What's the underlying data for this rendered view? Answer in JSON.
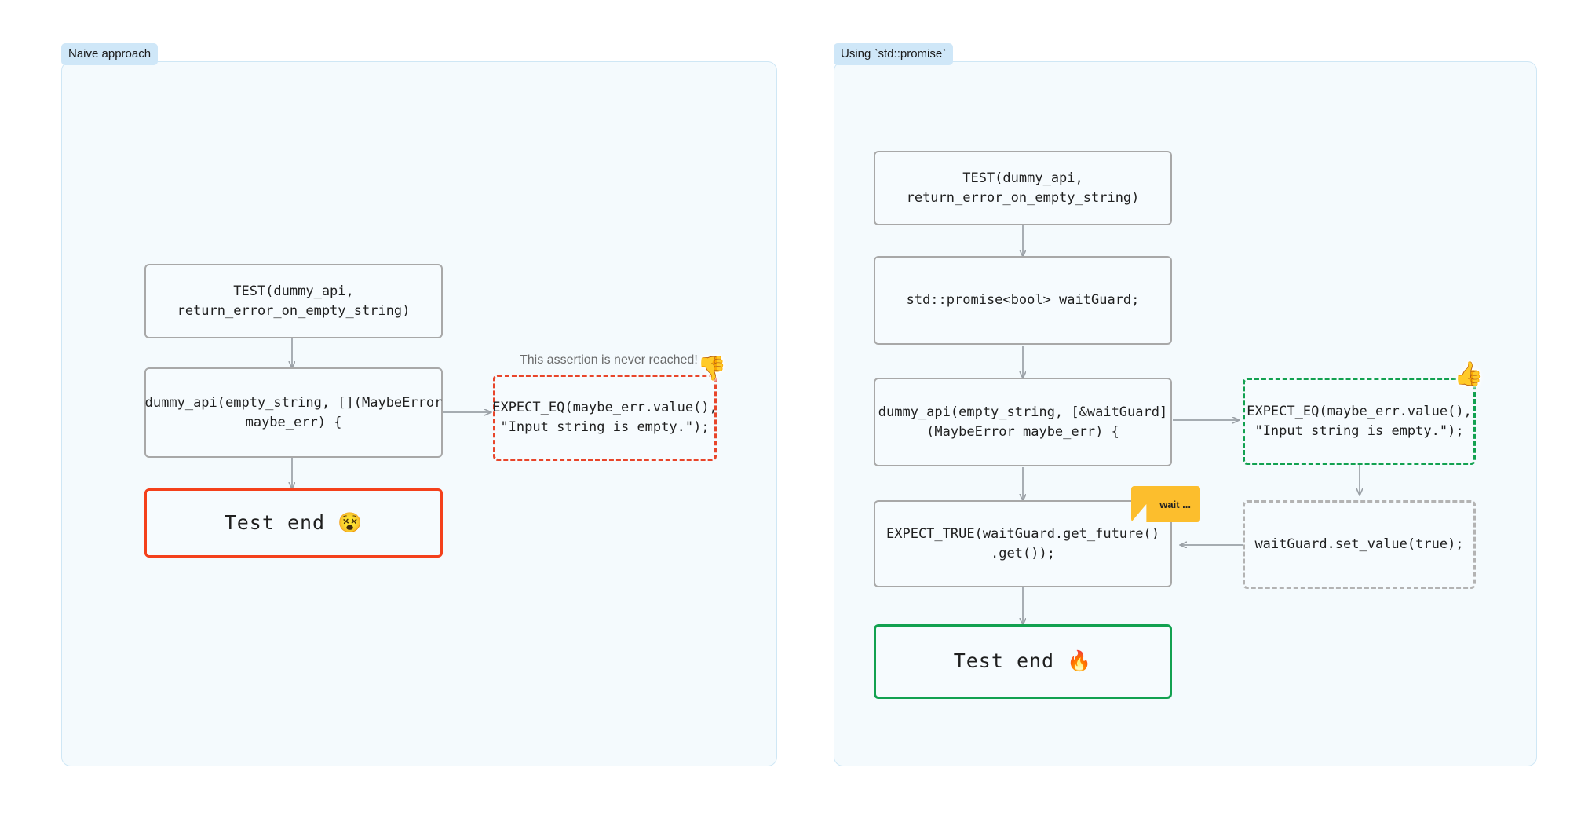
{
  "diagram": {
    "title_left": "Naive approach",
    "title_right": "Using `std::promise`"
  },
  "panels": [
    {
      "id": "naive",
      "label": "Naive approach",
      "nodes": [
        {
          "id": "l-test",
          "text": "TEST(dummy_api,\nreturn_error_on_empty_string)",
          "style": "solid-grey"
        },
        {
          "id": "l-call",
          "text": "dummy_api(empty_string, [](MaybeError\nmaybe_err) {",
          "style": "solid-grey"
        },
        {
          "id": "l-assert",
          "text": "EXPECT_EQ(maybe_err.value(),\n\"Input string is empty.\");",
          "style": "dashed-red"
        },
        {
          "id": "l-end",
          "text": "Test end 😵",
          "style": "solid-red"
        }
      ],
      "caption": "This assertion is never reached!",
      "badge": "👎"
    },
    {
      "id": "promise",
      "label": "Using `std::promise`",
      "nodes": [
        {
          "id": "r-test",
          "text": "TEST(dummy_api,\nreturn_error_on_empty_string)",
          "style": "solid-grey"
        },
        {
          "id": "r-promise",
          "text": "std::promise<bool> waitGuard;",
          "style": "solid-grey"
        },
        {
          "id": "r-call",
          "text": "dummy_api(empty_string, [&waitGuard]\n(MaybeError maybe_err) {",
          "style": "solid-grey"
        },
        {
          "id": "r-assert",
          "text": "EXPECT_EQ(maybe_err.value(),\n\"Input string is empty.\");",
          "style": "dashed-green"
        },
        {
          "id": "r-setval",
          "text": "waitGuard.set_value(true);",
          "style": "dashed-grey"
        },
        {
          "id": "r-wait",
          "text": "EXPECT_TRUE(waitGuard.get_future()\n.get());",
          "style": "solid-grey"
        },
        {
          "id": "r-end",
          "text": "Test end 🔥",
          "style": "solid-green"
        }
      ],
      "ribbon": "wait ...",
      "badge": "👍"
    }
  ],
  "colors": {
    "panel_bg": "#f4fafd",
    "panel_border": "#cfe7f5",
    "label_bg": "#cfe7f8",
    "node_border": "#a8a8a8",
    "node_bg": "#f6fbfe",
    "red": "#e8452a",
    "red_solid": "#f4401b",
    "green": "#12a150",
    "grey_dash": "#b3b3b3",
    "ribbon": "#fcbe2d",
    "arrow": "#9aa0a6",
    "caption_text": "#6a6a6a"
  }
}
